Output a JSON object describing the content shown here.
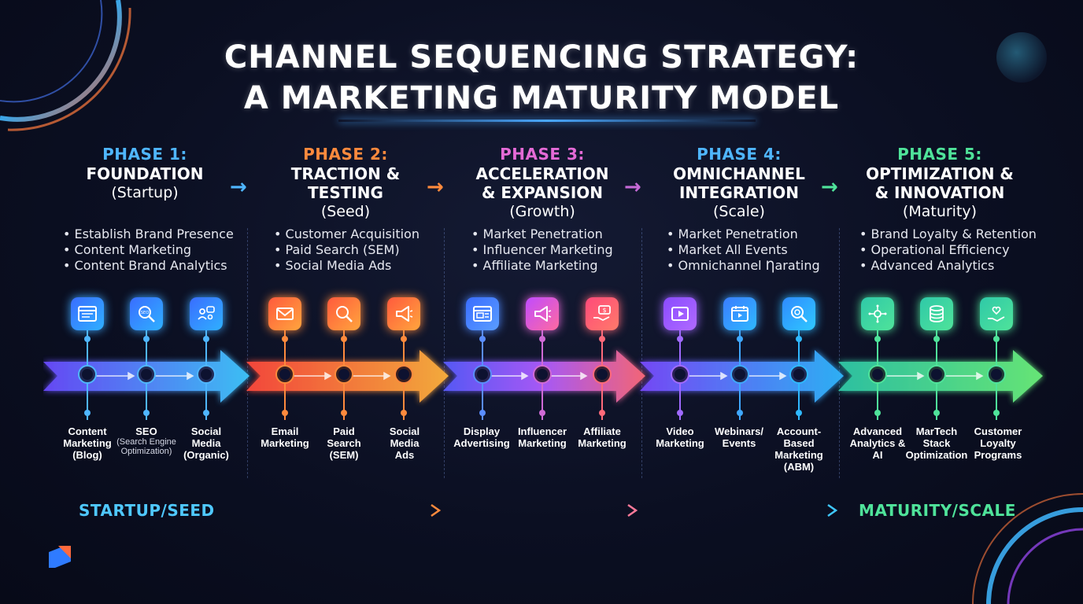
{
  "title": {
    "line1": "CHANNEL SEQUENCING STRATEGY:",
    "line2": "A MARKETING MATURITY MODEL"
  },
  "phases": [
    {
      "number": "PHASE 1:",
      "name1": "FOUNDATION",
      "name2": "",
      "sub": "(Startup)",
      "color": "#4fb6ff",
      "bullets": [
        "• Establish Brand Presence",
        "• Content Marketing",
        "• Content Brand Analytics"
      ],
      "channels": [
        {
          "label": "Content Marketing (Blog)",
          "sub": "",
          "icon": "web-page-icon"
        },
        {
          "label": "SEO",
          "sub": "(Search Engine Optimization)",
          "icon": "seo-magnifier-icon"
        },
        {
          "label": "Social Media (Organic)",
          "sub": "",
          "icon": "social-people-icon"
        }
      ]
    },
    {
      "number": "PHASE 2:",
      "name1": "TRACTION &",
      "name2": "TESTING",
      "sub": "(Seed)",
      "color": "#ff8a3d",
      "bullets": [
        "• Customer Acquisition",
        "• Paid Search (SEM)",
        "• Social Media Ads"
      ],
      "channels": [
        {
          "label": "Email Marketing",
          "sub": "",
          "icon": "envelope-icon"
        },
        {
          "label": "Paid Search (SEM)",
          "sub": "",
          "icon": "search-icon"
        },
        {
          "label": "Social Media Ads",
          "sub": "",
          "icon": "megaphone-icon"
        }
      ]
    },
    {
      "number": "PHASE 3:",
      "name1": "ACCELERATION",
      "name2": "& EXPANSION",
      "sub": "(Growth)",
      "color": "#e46ad6",
      "bullets": [
        "• Market Penetration",
        "• Influencer Marketing",
        "• Affiliate Marketing"
      ],
      "channels": [
        {
          "label": "Display Advertising",
          "sub": "",
          "icon": "browser-ad-icon"
        },
        {
          "label": "Influencer Marketing",
          "sub": "",
          "icon": "megaphone-icon"
        },
        {
          "label": "Affiliate Marketing",
          "sub": "",
          "icon": "money-hand-icon"
        }
      ]
    },
    {
      "number": "PHASE 4:",
      "name1": "OMNICHANNEL",
      "name2": "INTEGRATION",
      "sub": "(Scale)",
      "color": "#4fb6ff",
      "bullets": [
        "• Market Penetration",
        "• Market All Events",
        "• Omnichannel Ƞarating"
      ],
      "channels": [
        {
          "label": "Video Marketing",
          "sub": "",
          "icon": "video-play-icon"
        },
        {
          "label": "Webinars/ Events",
          "sub": "",
          "icon": "calendar-video-icon"
        },
        {
          "label": "Account-Based Marketing (ABM)",
          "sub": "",
          "icon": "target-search-icon"
        }
      ]
    },
    {
      "number": "PHASE 5:",
      "name1": "OPTIMIZATION &",
      "name2": "& INNOVATION",
      "sub": "(Maturity)",
      "color": "#4fe39a",
      "bullets": [
        "• Brand Loyalty & Retention",
        "• Operational Efficiency",
        "• Advanced Analytics"
      ],
      "channels": [
        {
          "label": "Advanced Analytics & AI",
          "sub": "",
          "icon": "ai-brain-icon"
        },
        {
          "label": "MarTech Stack Optimization",
          "sub": "",
          "icon": "database-stack-icon"
        },
        {
          "label": "Customer Loyalty Programs",
          "sub": "",
          "icon": "heart-hand-icon"
        }
      ]
    }
  ],
  "bottom": {
    "left": "STARTUP/SEED",
    "right": "MATURITY/SCALE"
  },
  "colors": {
    "p1": "#4fb6ff",
    "p2": "#ff8a3d",
    "p3": "#e46ad6",
    "p4": "#4fb6ff",
    "p5": "#4fe39a",
    "background": "#0b0f22"
  }
}
